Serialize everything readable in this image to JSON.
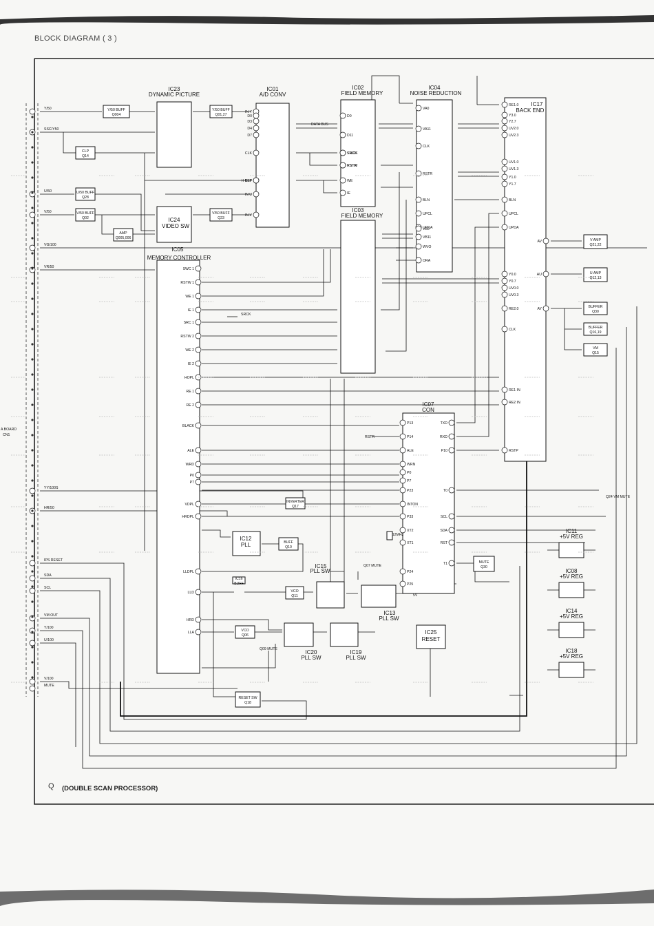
{
  "page_title": "BLOCK DIAGRAM ( 3 )",
  "caption_letter": "Q",
  "caption_text": "(DOUBLE SCAN PROCESSOR)",
  "connector_label_1": "A BOARD",
  "connector_label_2": "CN1",
  "blocks": {
    "ic23": {
      "ref": "IC23",
      "name": "DYNAMIC PICTURE"
    },
    "ic01": {
      "ref": "IC01",
      "name": "A/D CONV"
    },
    "ic02": {
      "ref": "IC02",
      "name": "FIELD MEMORY"
    },
    "ic04": {
      "ref": "IC04",
      "name": "NOISE REDUCTION"
    },
    "ic17": {
      "ref": "IC17",
      "name": "BACK END"
    },
    "ic24": {
      "ref": "IC24",
      "name": "VIDEO SW"
    },
    "ic03": {
      "ref": "IC03",
      "name": "FIELD MEMORY"
    },
    "ic05": {
      "ref": "IC05",
      "name": "MEMORY CONTROLLER"
    },
    "ic07": {
      "ref": "IC07",
      "name": "CON"
    },
    "ic12": {
      "ref": "IC12",
      "name": "PLL"
    },
    "ic15": {
      "ref": "IC15",
      "name": "PLL SW"
    },
    "ic13": {
      "ref": "IC13",
      "name": "PLL SW"
    },
    "ic20": {
      "ref": "IC20",
      "name": "PLL SW"
    },
    "ic19": {
      "ref": "IC19",
      "name": "PLL SW"
    },
    "ic25": {
      "ref": "IC25",
      "name": "RESET"
    },
    "ic11": {
      "ref": "IC11",
      "name": "+5V REG"
    },
    "ic08": {
      "ref": "IC08",
      "name": "+5V REG"
    },
    "ic14": {
      "ref": "IC14",
      "name": "+5V REG"
    },
    "ic18": {
      "ref": "IC18",
      "name": "+5V REG"
    }
  },
  "small_blocks": [
    {
      "name": "Y/50 BUFF",
      "ref": "Q004"
    },
    {
      "name": "CLP",
      "ref": "Q14"
    },
    {
      "name": "U/50 BUFF",
      "ref": "Q28"
    },
    {
      "name": "V/50 BUFF",
      "ref": "Q02"
    },
    {
      "name": "AMP",
      "ref": "Q005,006"
    },
    {
      "name": "Y/50 BUFF",
      "ref": "Q01,27"
    },
    {
      "name": "V/50 BUFF",
      "ref": "Q23"
    },
    {
      "name": "V AMP",
      "ref": "Q21,22"
    },
    {
      "name": "U AMP",
      "ref": "Q12,13"
    },
    {
      "name": "BUFFER",
      "ref": "Q30"
    },
    {
      "name": "BUFFER",
      "ref": "Q16,19"
    },
    {
      "name": "VM",
      "ref": "Q15"
    },
    {
      "name": "INVERTER",
      "ref": "Q17"
    },
    {
      "name": "BUFF",
      "ref": "Q10"
    },
    {
      "name": "VCO",
      "ref": "Q11"
    },
    {
      "name": "VCO",
      "ref": "Q06"
    },
    {
      "name": "MUTE",
      "ref": "Q30"
    },
    {
      "name": "RESET SW",
      "ref": "Q18"
    },
    {
      "name": "IC16",
      "ref": "BUFF"
    }
  ],
  "connector_signals": [
    "Y/50",
    "SSC/Y50",
    "U/50",
    "V/50",
    "VG/100",
    "VR/50",
    "YY/100S",
    "HR/50",
    "IPS RESET",
    "SDA",
    "SCL",
    "VM OUT",
    "Y/100",
    "U/100",
    "V/100",
    "MUTE"
  ],
  "ic05_pins": [
    "SWC 1",
    "RSTW 1",
    "WE 1",
    "IE 1",
    "SRC 1",
    "RSTW 2",
    "WE 2",
    "IE 2",
    "HOPL",
    "RE 1",
    "RE 2",
    "BLACK",
    "ALE",
    "WRD",
    "P0",
    "P7",
    "VDPL",
    "HRDPL",
    "LLDPL",
    "LLD",
    "HRD",
    "LLA"
  ],
  "ic07_left_pins": [
    "P13",
    "P14",
    "ALE",
    "WRN",
    "P0",
    "P7",
    "P23",
    "INTON",
    "P33",
    "XT2",
    "XT1",
    "P24",
    "P25"
  ],
  "ic07_right_pins": [
    "TXD",
    "RXD",
    "P10",
    "T0",
    "SCL",
    "SDA",
    "RST",
    "T1"
  ],
  "ic17_left_pins": [
    "RE1.0",
    "Y3.0",
    "Y2.7",
    "UV2.0",
    "UV2.3",
    "UV1.0",
    "UV1.3",
    "Y1.0",
    "Y1.7",
    "BLN",
    "UPCL",
    "UPDA",
    "Y0.0",
    "Y0.7",
    "UV0.0",
    "UV0.3",
    "RE2.0",
    "CLK",
    "RE1 IN",
    "RE2 IN",
    "RSTP"
  ],
  "ic17_right_pins": [
    "AV",
    "AU",
    "AY"
  ],
  "ic04_pins": [
    "VA0",
    "VA11",
    "CLK",
    "RSTR",
    "BLN",
    "UPCL",
    "UPDA",
    "VB0",
    "VB11",
    "WVO",
    "ORA"
  ],
  "ic02_pins": [
    "D0",
    "D11",
    "SWCK",
    "RSTW",
    "WE",
    "IE",
    "SRCK",
    "RSTR"
  ],
  "ic01_pins": [
    "IN Y",
    "CLP",
    "IN U",
    "IN V",
    "CLK",
    "H REF",
    "D0",
    "D3",
    "D4",
    "D7"
  ],
  "misc_labels": [
    "DATA BUS",
    "SRCK",
    "RSTR",
    "X1 12MHz",
    "Q07 MUTE",
    "Q09 MUTE",
    "Q24 VM MUTE",
    "5V"
  ]
}
